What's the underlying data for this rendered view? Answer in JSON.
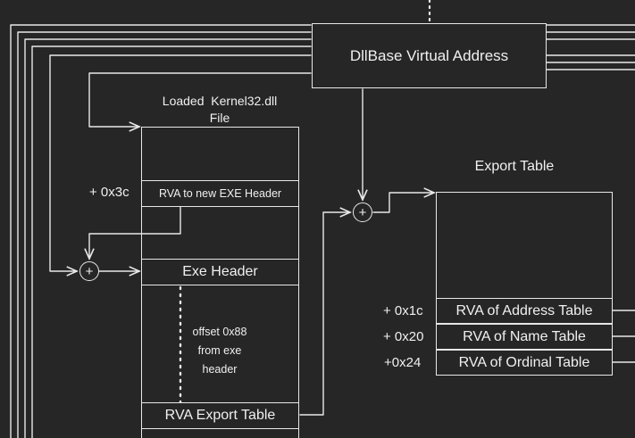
{
  "dll_base": {
    "label": "DllBase Virtual Address"
  },
  "loaded_file": {
    "title_line1": "Loaded  Kernel32.dll",
    "title_line2": "File",
    "rva_new_exe_header": "RVA to new EXE Header",
    "exe_header": "Exe Header",
    "offset_note_line1": "offset 0x88",
    "offset_note_line2": "from exe",
    "offset_note_line3": "header",
    "rva_export_table": "RVA Export Table"
  },
  "offsets": {
    "new_exe_header": "+ 0x3c",
    "address_table": "+ 0x1c",
    "name_table": "+ 0x20",
    "ordinal_table": "+0x24"
  },
  "export_table": {
    "title": "Export Table",
    "address_table": "RVA of Address Table",
    "name_table": "RVA of Name Table",
    "ordinal_table": "RVA of Ordinal Table"
  },
  "adder_symbol": "+"
}
